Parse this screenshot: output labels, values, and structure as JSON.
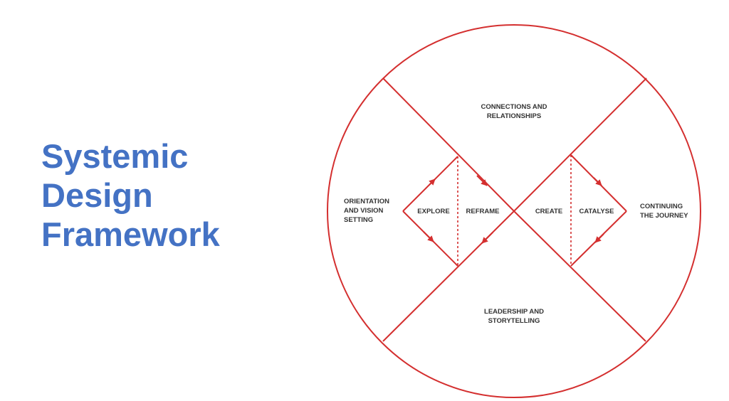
{
  "title": {
    "line1": "Systemic",
    "line2": "Design",
    "line3": "Framework"
  },
  "diagram": {
    "stroke_color": "#d42f2f",
    "text_color": "#333333",
    "top_label": {
      "line1": "CONNECTIONS AND",
      "line2": "RELATIONSHIPS"
    },
    "bottom_label": {
      "line1": "LEADERSHIP AND",
      "line2": "STORYTELLING"
    },
    "left_label": {
      "line1": "ORIENTATION",
      "line2": "AND VISION",
      "line3": "SETTING"
    },
    "right_label": {
      "line1": "CONTINUING",
      "line2": "THE JOURNEY"
    },
    "phases": [
      "EXPLORE",
      "REFRAME",
      "CREATE",
      "CATALYSE"
    ]
  }
}
